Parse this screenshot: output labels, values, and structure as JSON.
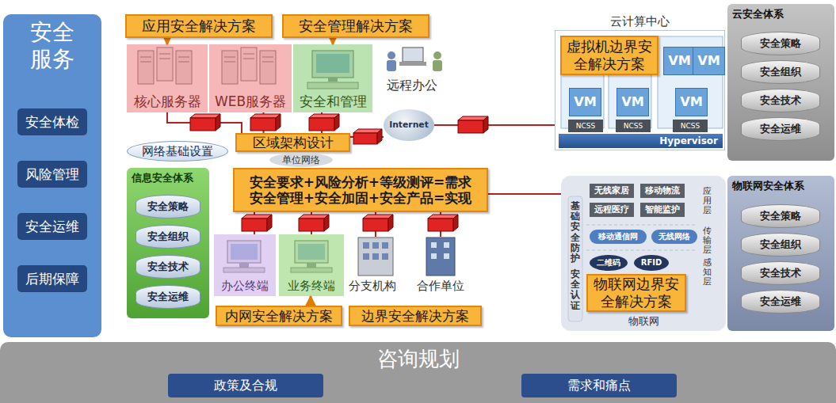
{
  "diagram": {
    "nodes": [
      {
        "text": [
          "安全服务"
        ]
      },
      {
        "text": [
          "安全体检"
        ],
        "in": 0
      },
      {
        "text": [
          "风险管理"
        ],
        "in": 0
      },
      {
        "text": [
          "安全运维"
        ],
        "in": 0
      },
      {
        "text": [
          "后期保障"
        ],
        "in": 0
      },
      {
        "text": [
          "应用安全解决方案"
        ]
      },
      {
        "text": [
          "安全管理解决方案"
        ]
      },
      {
        "text": [
          "核心服务器"
        ]
      },
      {
        "text": [
          "WEB服务器"
        ]
      },
      {
        "text": [
          "安全和管理"
        ]
      },
      {
        "text": [
          "Internet"
        ]
      },
      {
        "text": [
          "云计算中心"
        ]
      },
      {
        "text": [
          "虚拟机边界安全解决方案"
        ],
        "in": 11
      },
      {
        "text": [
          "VM"
        ],
        "in": 11
      },
      {
        "text": [
          "VM"
        ],
        "in": 11
      },
      {
        "text": [
          "VM"
        ],
        "in": 11
      },
      {
        "text": [
          "VM"
        ],
        "in": 11
      },
      {
        "text": [
          "VM"
        ],
        "in": 11
      },
      {
        "text": [
          "Hypervisor"
        ],
        "in": 11
      },
      {
        "text": [
          "NCSS"
        ],
        "in": 11
      },
      {
        "text": [
          "NCSS"
        ],
        "in": 11
      },
      {
        "text": [
          "NCSS"
        ],
        "in": 11
      },
      {
        "text": [
          "云安全体系"
        ]
      },
      {
        "text": [
          "安全策略"
        ],
        "in": 22
      },
      {
        "text": [
          "安全组织"
        ],
        "in": 22
      },
      {
        "text": [
          "安全技术"
        ],
        "in": 22
      },
      {
        "text": [
          "安全运维"
        ],
        "in": 22
      },
      {
        "text": [
          "网络基础设置"
        ]
      },
      {
        "text": [
          "区域架构设计"
        ]
      },
      {
        "text": [
          "单位网络"
        ]
      },
      {
        "text": [
          "安全要求+风险分析+等级测评=需求",
          "安全管理+安全加固+安全产品=实现"
        ]
      },
      {
        "text": [
          "信息安全体系"
        ]
      },
      {
        "text": [
          "安全策略"
        ],
        "in": 31
      },
      {
        "text": [
          "安全组织"
        ],
        "in": 31
      },
      {
        "text": [
          "安全技术"
        ],
        "in": 31
      },
      {
        "text": [
          "安全运维"
        ],
        "in": 31
      },
      {
        "text": [
          "物联网"
        ]
      },
      {
        "text": [
          "无线家居"
        ],
        "in": 36
      },
      {
        "text": [
          "移动物流"
        ],
        "in": 36
      },
      {
        "text": [
          "远程医疗"
        ],
        "in": 36
      },
      {
        "text": [
          "智能监护"
        ],
        "in": 36
      },
      {
        "text": [
          "移动通信网"
        ],
        "in": 36
      },
      {
        "text": [
          "无线网络"
        ],
        "in": 36
      },
      {
        "text": [
          "二维码"
        ],
        "in": 36
      },
      {
        "text": [
          "RFID"
        ],
        "in": 36
      },
      {
        "text": [
          "物联网边界安全解决方案"
        ],
        "in": 36
      },
      {
        "text": [
          "物联网安全体系"
        ]
      },
      {
        "text": [
          "安全策略"
        ],
        "in": 46
      },
      {
        "text": [
          "安全组织"
        ],
        "in": 46
      },
      {
        "text": [
          "安全技术"
        ],
        "in": 46
      },
      {
        "text": [
          "安全运维"
        ],
        "in": 46
      },
      {
        "text": [
          "办公终端"
        ]
      },
      {
        "text": [
          "业务终端"
        ]
      },
      {
        "text": [
          "边界安全解决方案"
        ]
      },
      {
        "text": [
          "内网安全解决方案"
        ]
      },
      {
        "text": [
          "咨询规划"
        ]
      },
      {
        "text": [
          "政策及合规"
        ],
        "in": 55
      },
      {
        "text": [
          "需求和痛点"
        ],
        "in": 55
      }
    ],
    "edges": [
      {
        "from": 5,
        "to": 7,
        "arrow": "to"
      },
      {
        "from": 6,
        "to": 9,
        "arrow": "to"
      },
      {
        "from": 28,
        "to": 7,
        "arrow": "none"
      },
      {
        "from": 28,
        "to": 8,
        "arrow": "none"
      },
      {
        "from": 28,
        "to": 9,
        "arrow": "none"
      },
      {
        "from": 28,
        "to": 10,
        "arrow": "none"
      },
      {
        "from": 10,
        "to": 11,
        "arrow": "none"
      },
      {
        "from": 12,
        "to": 16,
        "arrow": "to"
      },
      {
        "from": 30,
        "to": 36,
        "arrow": "none"
      },
      {
        "from": 30,
        "to": 51,
        "arrow": "none"
      },
      {
        "from": 30,
        "to": 52,
        "arrow": "none"
      },
      {
        "from": 54,
        "to": 52,
        "arrow": "to"
      }
    ],
    "labels": [
      "远程办公",
      "分支机构",
      "合作单位",
      "应用层",
      "传输层",
      "感知层",
      "基础安全防护",
      "安全认证"
    ]
  }
}
